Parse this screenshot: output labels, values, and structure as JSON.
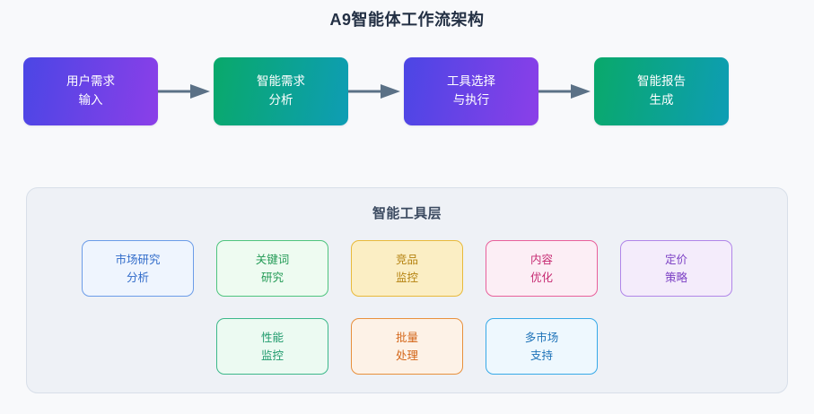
{
  "title": "A9智能体工作流架构",
  "background": "#f8f9fb",
  "flow": {
    "arrow_icon": "arrow-right-icon",
    "arrow_color": "#5b7186",
    "nodes": [
      {
        "id": "user-demand-input",
        "line1": "用户需求",
        "line2": "输入",
        "style": "node-purple",
        "gradient_from": "#4b46e5",
        "gradient_to": "#8b3fe8"
      },
      {
        "id": "smart-demand-analysis",
        "line1": "智能需求",
        "line2": "分析",
        "style": "node-teal",
        "gradient_from": "#09a96a",
        "gradient_to": "#0e9db5"
      },
      {
        "id": "tool-select-execute",
        "line1": "工具选择",
        "line2": "与执行",
        "style": "node-purple",
        "gradient_from": "#4b46e5",
        "gradient_to": "#8b3fe8"
      },
      {
        "id": "smart-report-gen",
        "line1": "智能报告",
        "line2": "生成",
        "style": "node-teal",
        "gradient_from": "#09a96a",
        "gradient_to": "#0e9db5"
      }
    ]
  },
  "tool_layer": {
    "heading": "智能工具层",
    "panel_bg": "#eef1f6",
    "panel_border": "#d8dfe9",
    "row1": [
      {
        "id": "market-research-analysis",
        "line1": "市场研究",
        "line2": "分析",
        "border": "#6b9ce8",
        "bg": "#eff5fe",
        "text": "#2f6ac9"
      },
      {
        "id": "keyword-research",
        "line1": "关键词",
        "line2": "研究",
        "border": "#4ec47e",
        "bg": "#eefbf1",
        "text": "#229a55"
      },
      {
        "id": "competitor-monitoring",
        "line1": "竞品",
        "line2": "监控",
        "border": "#e8b93a",
        "bg": "#fbeec4",
        "text": "#b58210"
      },
      {
        "id": "content-optimization",
        "line1": "内容",
        "line2": "优化",
        "border": "#e8609b",
        "bg": "#fceef5",
        "text": "#c62a72"
      },
      {
        "id": "pricing-strategy",
        "line1": "定价",
        "line2": "策略",
        "border": "#b085e8",
        "bg": "#f4ecfb",
        "text": "#7b3fc4"
      }
    ],
    "row2": [
      {
        "id": "performance-monitoring",
        "line1": "性能",
        "line2": "监控",
        "border": "#3cb88a",
        "bg": "#ecfaf2",
        "text": "#1f9a6c"
      },
      {
        "id": "batch-processing",
        "line1": "批量",
        "line2": "处理",
        "border": "#e8903c",
        "bg": "#fdf2e7",
        "text": "#d4671a"
      },
      {
        "id": "multi-market-support",
        "line1": "多市场",
        "line2": "支持",
        "border": "#36a9e8",
        "bg": "#eef8fe",
        "text": "#1d72b8"
      }
    ]
  }
}
